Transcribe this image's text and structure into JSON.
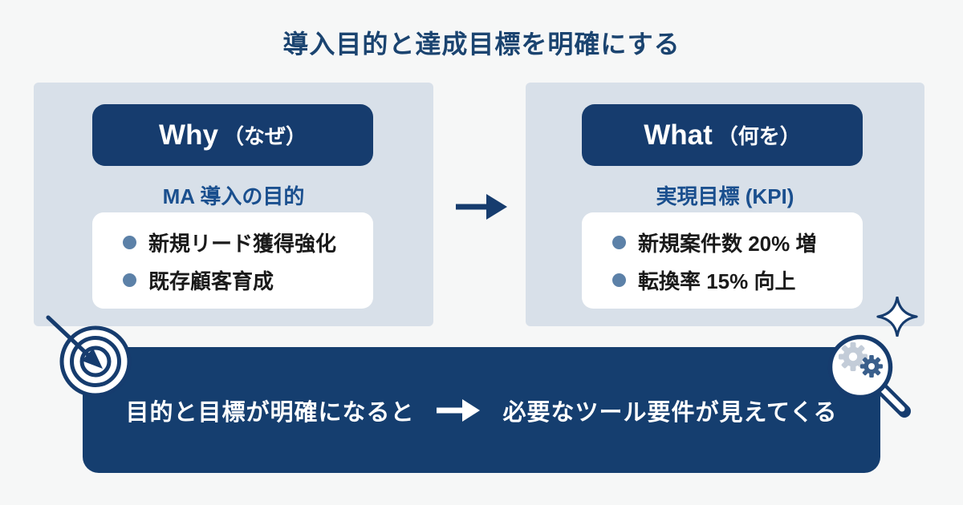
{
  "title": "導入目的と達成目標を明確にする",
  "colors": {
    "navy": "#163C6E",
    "panel_bg": "#D8E0E9",
    "page_bg": "#F6F7F7",
    "title_text": "#1B4470",
    "subtitle_blue": "#1A4F8E",
    "bullet": "#5C81A8",
    "body_text": "#1A1A1A",
    "card_bg": "#FFFFFF",
    "gear_gray": "#C3CCD8",
    "gear_steel": "#3A5F8C"
  },
  "why_panel": {
    "header_en": "Why",
    "header_ja": "（なぜ）",
    "subtitle": "MA 導入の目的",
    "items": [
      "新規リード獲得強化",
      "既存顧客育成"
    ]
  },
  "what_panel": {
    "header_en": "What",
    "header_ja": "（何を）",
    "subtitle": "実現目標 (KPI)",
    "items": [
      "新規案件数 20% 増",
      "転換率 15% 向上"
    ]
  },
  "conclusion": {
    "left_text": "目的と目標が明確になると",
    "right_text": "必要なツール要件が見えてくる"
  },
  "icons": {
    "flow_arrow": "right-arrow-icon",
    "bar_arrow": "right-arrow-icon",
    "target": "target-arrow-icon",
    "magnifier": "magnifier-gears-icon",
    "sparkle": "sparkle-icon"
  }
}
